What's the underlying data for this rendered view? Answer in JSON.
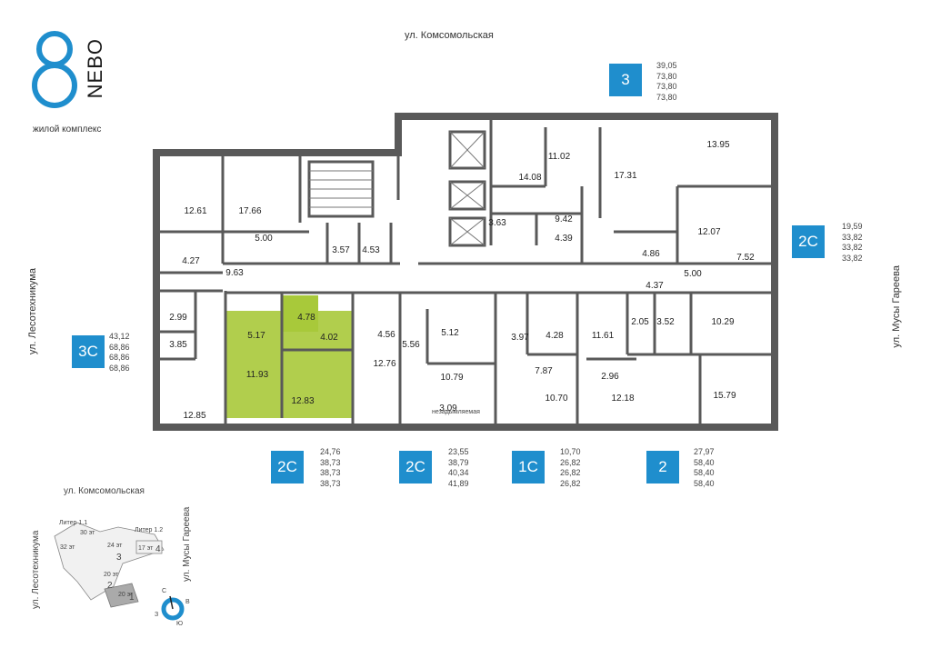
{
  "logo": {
    "number": "8",
    "word": "NEBO",
    "subtitle": "жилой комплекс"
  },
  "streets": {
    "top": "ул. Комсомольская",
    "left": "ул. Лесотехникума",
    "right": "ул. Мусы Гареева"
  },
  "apartments": [
    {
      "type": "3",
      "areas": [
        "39,05",
        "73,80",
        "73,80",
        "73,80"
      ]
    },
    {
      "type": "2С",
      "areas": [
        "19,59",
        "33,82",
        "33,82",
        "33,82"
      ]
    },
    {
      "type": "3С",
      "areas": [
        "43,12",
        "68,86",
        "68,86",
        "68,86"
      ]
    },
    {
      "type": "2С",
      "areas": [
        "24,76",
        "38,73",
        "38,73",
        "38,73"
      ]
    },
    {
      "type": "2С",
      "areas": [
        "23,55",
        "38,79",
        "40,34",
        "41,89"
      ]
    },
    {
      "type": "1С",
      "areas": [
        "10,70",
        "26,82",
        "26,82",
        "26,82"
      ]
    },
    {
      "type": "2",
      "areas": [
        "27,97",
        "58,40",
        "58,40",
        "58,40"
      ]
    }
  ],
  "rooms": [
    "12.61",
    "17.66",
    "5.00",
    "3.57",
    "4.53",
    "4.27",
    "9.63",
    "14.08",
    "11.02",
    "17.31",
    "13.95",
    "3.63",
    "9.42",
    "4.39",
    "12.07",
    "4.86",
    "7.52",
    "5.00",
    "4.37",
    "2.99",
    "3.85",
    "12.85",
    "5.17",
    "4.78",
    "4.02",
    "11.93",
    "12.83",
    "4.56",
    "5.56",
    "12.76",
    "5.12",
    "10.79",
    "3.09",
    "3.97",
    "4.28",
    "7.87",
    "10.70",
    "11.61",
    "2.05",
    "3.52",
    "10.29",
    "2.96",
    "12.18",
    "15.79"
  ],
  "stair_note": "незадымляемая",
  "site_plan": {
    "street_top": "ул. Комсомольская",
    "street_left": "ул. Лесотехникума",
    "street_right": "ул. Мусы Гареева",
    "litera_1": "Литер 1.1",
    "litera_2": "Литер 1.2",
    "floors": [
      "30 эт",
      "32 эт",
      "24 эт",
      "17 эт",
      "20 эт",
      "20 эт"
    ],
    "sections": [
      "1",
      "2",
      "3",
      "4"
    ],
    "compass": {
      "n": "С",
      "e": "В",
      "s": "Ю",
      "w": "З"
    }
  },
  "colors": {
    "accent": "#1f8ecd",
    "highlight": "#a8c93a",
    "wall": "#595959"
  }
}
